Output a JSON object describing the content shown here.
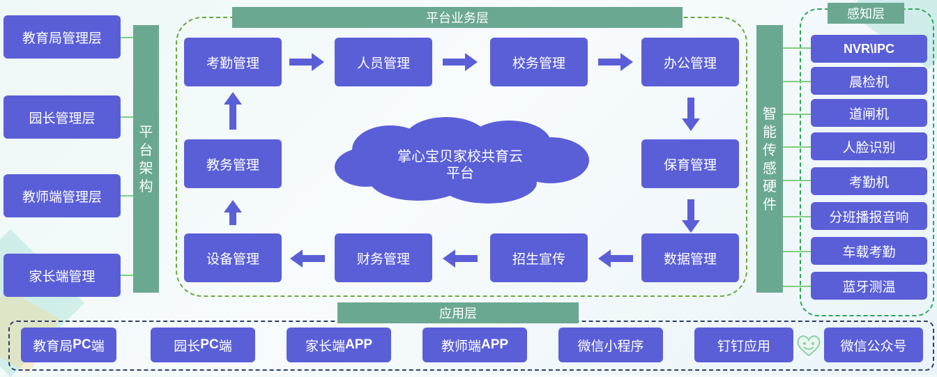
{
  "left_layers": [
    "教育局管理层",
    "园长管理层",
    "教师端管理层",
    "家长端管理"
  ],
  "platform_arch_label": "平台架构",
  "business_layer_label": "平台业务层",
  "modules": {
    "attendance": "考勤管理",
    "personnel": "人员管理",
    "school_affairs": "校务管理",
    "office": "办公管理",
    "teaching": "教务管理",
    "childcare": "保育管理",
    "equipment": "设备管理",
    "finance": "财务管理",
    "enrollment": "招生宣传",
    "data": "数据管理"
  },
  "cloud": {
    "line1": "掌心宝贝家校共育云",
    "line2": "平台"
  },
  "smart_hw_label": "智能传感硬件",
  "perception_label": "感知层",
  "devices": [
    "NVR\\IPC",
    "晨检机",
    "道闸机",
    "人脸识别",
    "考勤机",
    "分班播报音响",
    "车载考勤",
    "蓝牙测温"
  ],
  "app_layer_label": "应用层",
  "apps": [
    {
      "pre": "教育局",
      "bold": "PC",
      "post": "端"
    },
    {
      "pre": "园长",
      "bold": "PC",
      "post": "端"
    },
    {
      "pre": "家长端",
      "bold": "APP",
      "post": ""
    },
    {
      "pre": "教师端",
      "bold": "APP",
      "post": ""
    },
    {
      "pre": "微信小程序",
      "bold": "",
      "post": ""
    },
    {
      "pre": "钉钉应用",
      "bold": "",
      "post": ""
    },
    {
      "pre": "微信公众号",
      "bold": "",
      "post": ""
    }
  ],
  "colors": {
    "box": "#5a5fd8",
    "bar": "#6aa892",
    "line": "#7fcf7f"
  }
}
